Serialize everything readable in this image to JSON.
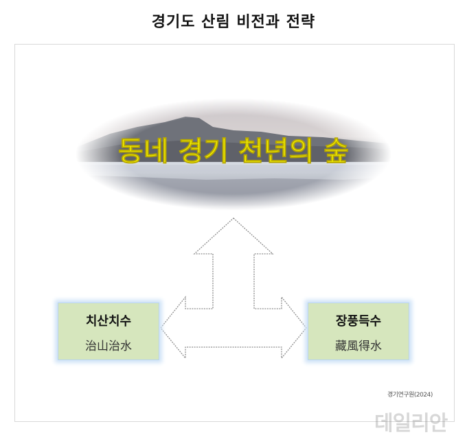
{
  "title": "경기도 산림 비전과 전략",
  "vision": {
    "text": "동네 경기 천년의 숲"
  },
  "left_strategy": {
    "heading": "치산치수",
    "hanja": "治山治水"
  },
  "right_strategy": {
    "heading": "장풍득수",
    "hanja": "藏風得水"
  },
  "credit": "경기연구원(2024)",
  "watermark": "데일리안",
  "colors": {
    "vision_text": "#f5f200",
    "box_fill": "#d6e6bd",
    "box_glow": "#cfe3f7",
    "arrow_stroke": "#8a8a8a"
  }
}
